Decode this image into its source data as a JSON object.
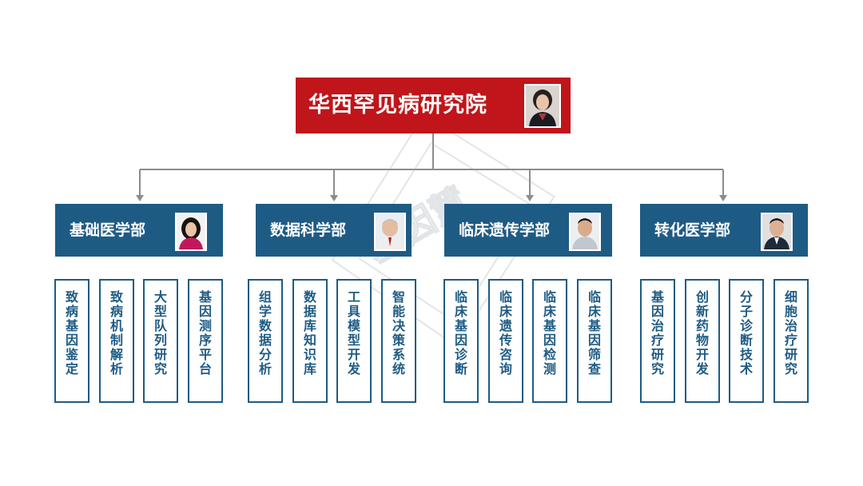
{
  "root": {
    "title": "华西罕见病研究院"
  },
  "departments": [
    {
      "name": "基础医学部",
      "subunits": [
        "致病基因鉴定",
        "致病机制解析",
        "大型队列研究",
        "基因测序平台"
      ]
    },
    {
      "name": "数据科学部",
      "subunits": [
        "组学数据分析",
        "数据库知识库",
        "工具模型开发",
        "智能决策系统"
      ]
    },
    {
      "name": "临床遗传学部",
      "subunits": [
        "临床基因诊断",
        "临床遗传咨询",
        "临床基因检测",
        "临床基因筛查"
      ]
    },
    {
      "name": "转化医学部",
      "subunits": [
        "基因治疗研究",
        "创新药物开发",
        "分子诊断技术",
        "细胞治疗研究"
      ]
    }
  ],
  "watermark": {
    "text": "基因慧"
  },
  "colors": {
    "root": "#c0151a",
    "department": "#1e5b84",
    "connector": "#8c8c8c"
  }
}
